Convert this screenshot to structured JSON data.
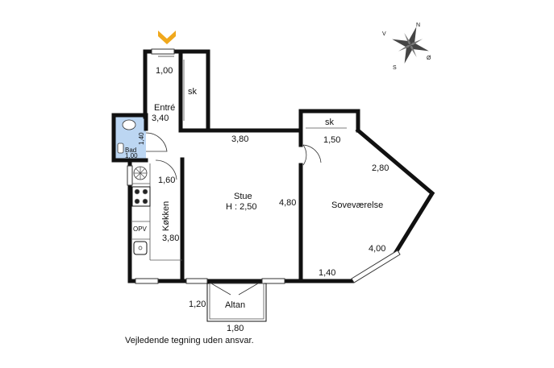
{
  "colors": {
    "entrance_marker": "#f0a81c",
    "bathroom_fill": "#bcd6f2",
    "wall": "#111111",
    "compass_fill": "#555555"
  },
  "icons": {
    "entrance": "entrance-chevron-icon",
    "compass": "compass-rose-icon"
  },
  "compass": {
    "n": "N",
    "v": "V",
    "s": "S",
    "o": "Ø"
  },
  "rooms": {
    "entre": {
      "name": "Entré",
      "area": "3,40",
      "dim_top": "1,00",
      "closet": "sk"
    },
    "bad": {
      "name": "Bad",
      "dim_w": "1,00",
      "dim_h": "1,40"
    },
    "kokken": {
      "name": "Køkken",
      "dim_len": "3,80",
      "dim_w": "1,60",
      "appliance": "OPV"
    },
    "stue": {
      "name": "Stue",
      "height": "H : 2,50",
      "dim_w": "3,80",
      "dim_h": "4,80"
    },
    "sovevaerelse": {
      "name": "Soveværelse",
      "closet": "sk",
      "dim_top": "1,50",
      "dim_diag_upper": "2,80",
      "dim_diag_lower": "4,00",
      "dim_bottom": "1,40"
    },
    "altan": {
      "name": "Altan",
      "dim_w": "1,80",
      "dim_h": "1,20"
    }
  },
  "footer": {
    "disclaimer": "Vejledende tegning uden ansvar."
  }
}
